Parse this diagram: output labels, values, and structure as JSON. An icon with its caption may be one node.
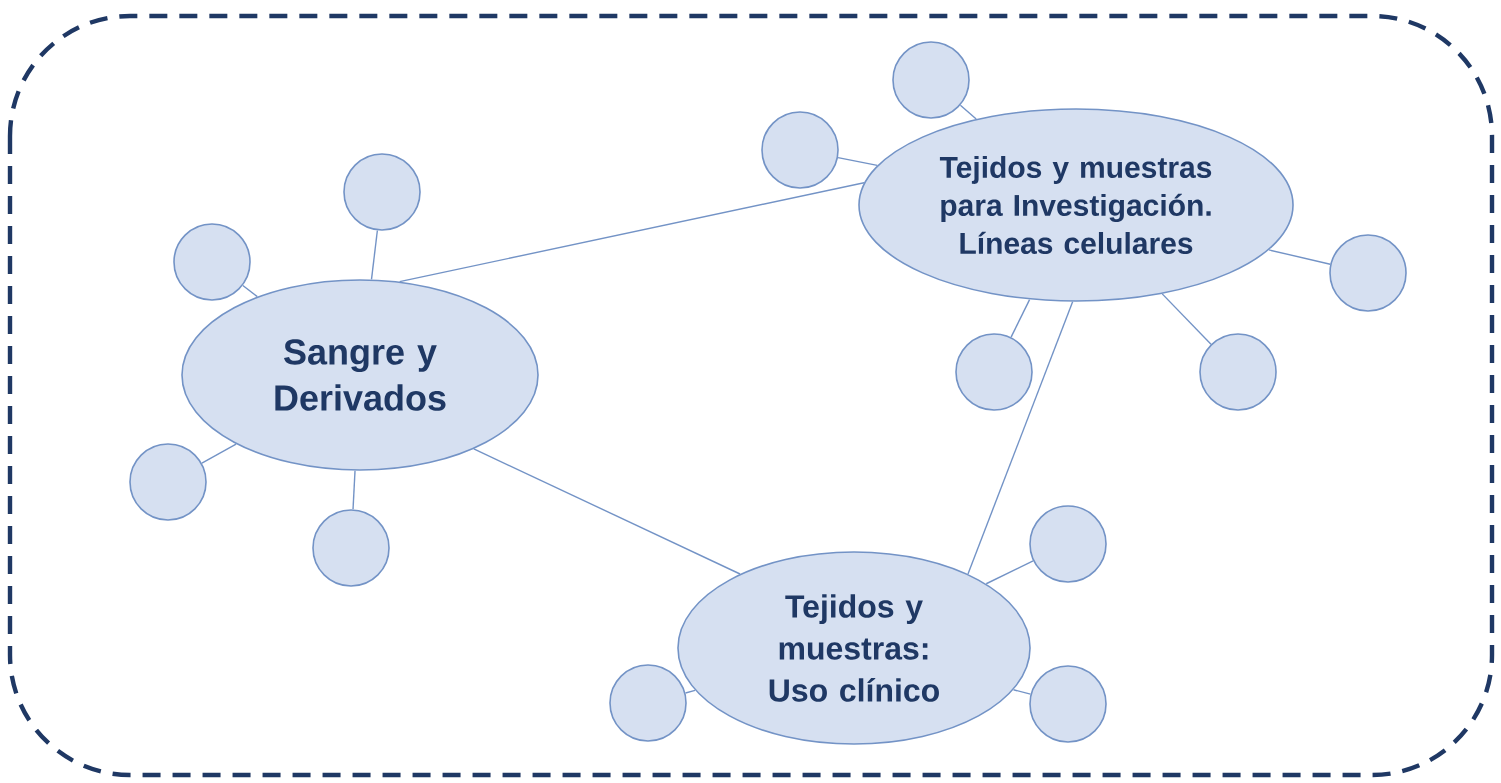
{
  "diagram": {
    "nodes": [
      {
        "text": [
          "Sangre y Derivados"
        ]
      },
      {
        "text": [
          "Tejidos y muestras para Investigación. Líneas celulares"
        ]
      },
      {
        "text": [
          "Tejidos y muestras: Uso clínico"
        ]
      },
      {
        "text": [],
        "shape": "circle"
      },
      {
        "text": [],
        "shape": "circle"
      },
      {
        "text": [],
        "shape": "circle"
      },
      {
        "text": [],
        "shape": "circle"
      },
      {
        "text": [],
        "shape": "circle"
      },
      {
        "text": [],
        "shape": "circle"
      },
      {
        "text": [],
        "shape": "circle"
      },
      {
        "text": [],
        "shape": "circle"
      },
      {
        "text": [],
        "shape": "circle"
      },
      {
        "text": [],
        "shape": "circle"
      },
      {
        "text": [],
        "shape": "circle"
      },
      {
        "text": [],
        "shape": "circle"
      }
    ],
    "edges": [
      {
        "from": 0,
        "to": 1,
        "arrow": "none"
      },
      {
        "from": 0,
        "to": 2,
        "arrow": "none"
      },
      {
        "from": 1,
        "to": 2,
        "arrow": "none"
      },
      {
        "from": 0,
        "to": 3,
        "arrow": "none"
      },
      {
        "from": 0,
        "to": 4,
        "arrow": "none"
      },
      {
        "from": 0,
        "to": 5,
        "arrow": "none"
      },
      {
        "from": 0,
        "to": 6,
        "arrow": "none"
      },
      {
        "from": 1,
        "to": 7,
        "arrow": "none"
      },
      {
        "from": 1,
        "to": 8,
        "arrow": "none"
      },
      {
        "from": 1,
        "to": 9,
        "arrow": "none"
      },
      {
        "from": 1,
        "to": 10,
        "arrow": "none"
      },
      {
        "from": 1,
        "to": 11,
        "arrow": "none"
      },
      {
        "from": 2,
        "to": 12,
        "arrow": "none"
      },
      {
        "from": 2,
        "to": 13,
        "arrow": "none"
      },
      {
        "from": 2,
        "to": 14,
        "arrow": "none"
      }
    ]
  }
}
